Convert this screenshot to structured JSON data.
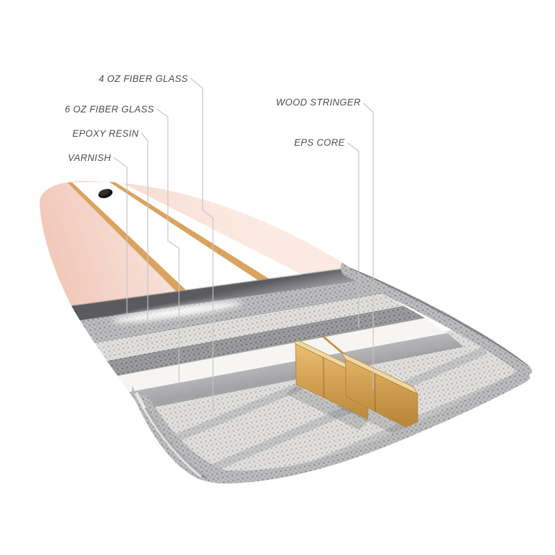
{
  "diagram": {
    "name": "Surfboard construction cutaway",
    "labels": [
      {
        "id": "fiber-glass-4oz",
        "text": "4 OZ FIBER GLASS"
      },
      {
        "id": "fiber-glass-6oz",
        "text": "6 OZ FIBER GLASS"
      },
      {
        "id": "epoxy-resin",
        "text": "EPOXY RESIN"
      },
      {
        "id": "varnish",
        "text": "VARNISH"
      },
      {
        "id": "wood-stringer",
        "text": "WOOD STRINGER"
      },
      {
        "id": "eps-core",
        "text": "EPS CORE"
      }
    ],
    "colors": {
      "background": "#ffffff",
      "label_text": "#4a4a4a",
      "leader_line": "#c5c5c5",
      "deck_pink": "#f7dcd2",
      "deck_stripe_wood": "#d9a360",
      "fiberglass_gray": "#bcbcbe",
      "eps_white": "#f6f5f3",
      "stringer_plank_wood": "#d5a355",
      "leash_plug_black": "#141414"
    }
  }
}
